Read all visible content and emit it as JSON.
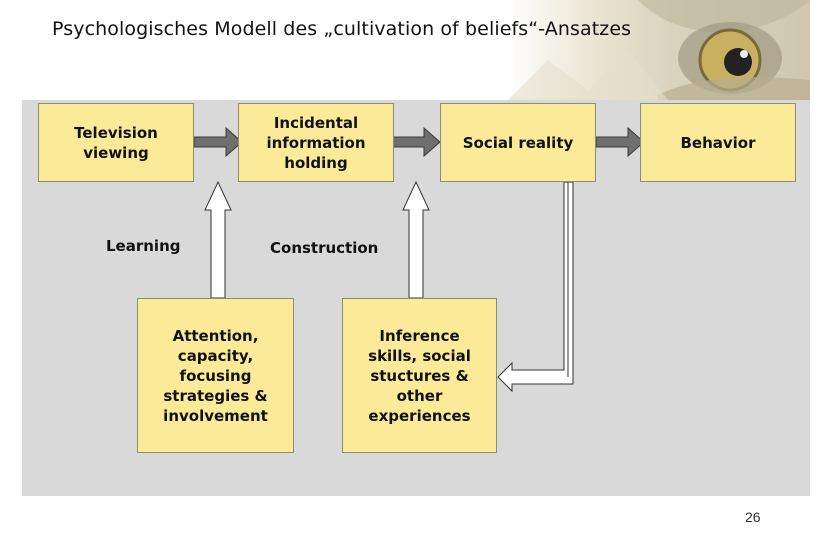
{
  "title": "Psychologisches Modell des „cultivation of beliefs“-Ansatzes",
  "page_number": "26",
  "boxes": {
    "television": "Television viewing",
    "incidental": "Incidental information holding",
    "social": "Social reality",
    "behavior": "Behavior",
    "attention": "Attention, capacity, focusing strategies & involvement",
    "inference": "Inference skills, social stuctures & other experiences"
  },
  "labels": {
    "learning": "Learning",
    "construction": "Construction"
  },
  "colors": {
    "box_fill": "#fbeb99",
    "panel": "#d9d9d9",
    "dark_arrow": "#6f6f6f",
    "hollow_arrow": "#ffffff"
  }
}
